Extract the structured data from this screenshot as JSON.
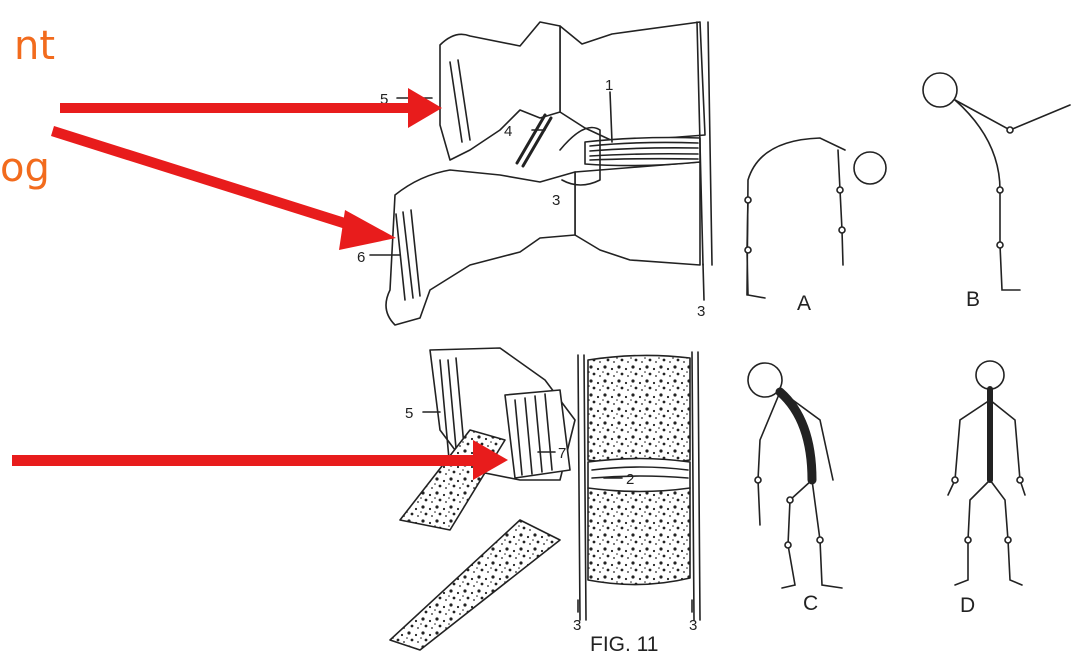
{
  "slide_text": {
    "line1": "nt",
    "line2": "og"
  },
  "figure": {
    "caption": "FIG. 11",
    "panel_labels": {
      "a": "A",
      "b": "B",
      "c": "C",
      "d": "D"
    },
    "numbers": {
      "n1": "1",
      "n2": "2",
      "n3": "3",
      "n4": "4",
      "n5": "5",
      "n6": "6",
      "n7": "7"
    }
  },
  "colors": {
    "arrow": "#E81C1C",
    "slide_text": "#F26B1D",
    "ink": "#222222"
  }
}
